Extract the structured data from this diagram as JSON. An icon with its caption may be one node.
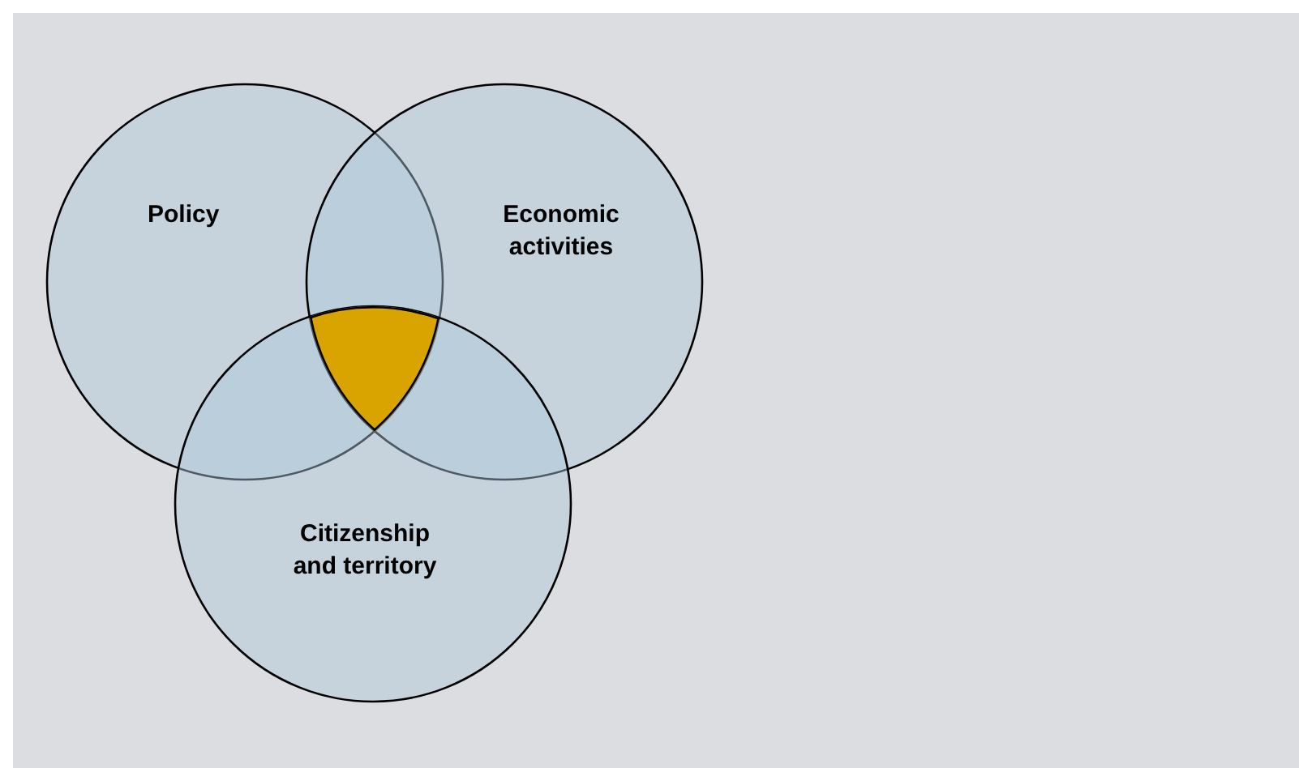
{
  "diagram": {
    "nodes": [
      {
        "text": [
          "Policy"
        ]
      },
      {
        "text": [
          "Economic activities"
        ]
      },
      {
        "text": [
          "Citizenship and territory"
        ]
      }
    ]
  }
}
